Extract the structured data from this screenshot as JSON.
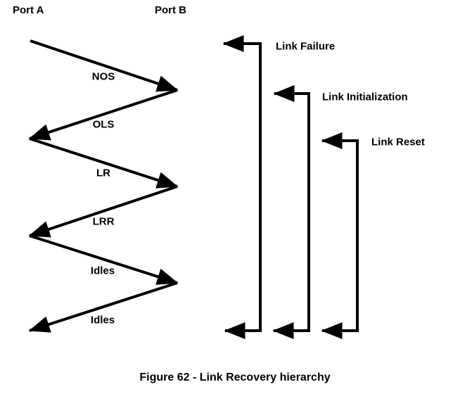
{
  "figure": {
    "caption": "Figure 62 - Link Recovery hierarchy",
    "ports": {
      "a": "Port A",
      "b": "Port B"
    },
    "sequence": [
      "NOS",
      "OLS",
      "LR",
      "LRR",
      "Idles",
      "Idles"
    ],
    "hierarchy": [
      "Link Failure",
      "Link Initialization",
      "Link Reset"
    ],
    "colors": {
      "line": "#000000",
      "text": "#000000",
      "background": "#ffffff"
    }
  }
}
